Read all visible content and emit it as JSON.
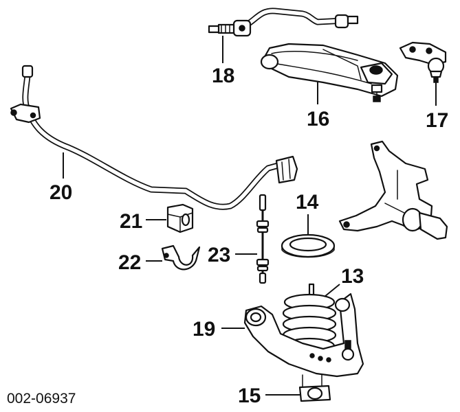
{
  "diagram": {
    "reference_number": "002-06937",
    "callouts": [
      {
        "id": "13",
        "label": "13"
      },
      {
        "id": "14",
        "label": "14"
      },
      {
        "id": "15",
        "label": "15"
      },
      {
        "id": "16",
        "label": "16"
      },
      {
        "id": "17",
        "label": "17"
      },
      {
        "id": "18",
        "label": "18"
      },
      {
        "id": "19",
        "label": "19"
      },
      {
        "id": "20",
        "label": "20"
      },
      {
        "id": "21",
        "label": "21"
      },
      {
        "id": "22",
        "label": "22"
      },
      {
        "id": "23",
        "label": "23"
      }
    ]
  },
  "colors": {
    "ink": "#111111",
    "background": "#ffffff"
  }
}
